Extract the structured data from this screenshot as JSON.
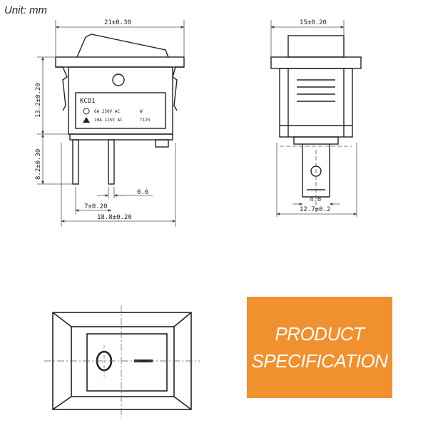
{
  "unit_label": "Unit: mm",
  "colors": {
    "line": "#222222",
    "dim_line": "#555555",
    "spec_bg": "#f0902f",
    "spec_text": "#ffffff",
    "background": "#ffffff"
  },
  "front_view": {
    "dim_top": "21±0.30",
    "dim_left_upper": "13.2±0.20",
    "dim_left_lower": "8.2±0.30",
    "dim_pin_width": "0.6",
    "dim_pin_spacing": "7±0.20",
    "dim_body_width": "18.8±0.20",
    "label_model": "KCD1",
    "label_rating_1": "6A 250V AC",
    "label_rating_1_extra": "W",
    "label_rating_2": "10A 125V AC",
    "label_rating_2_extra": "T125"
  },
  "side_view": {
    "dim_top": "15±0.20",
    "dim_terminal": "4.8",
    "dim_bottom": "12.7±0.2"
  },
  "top_view": {
    "on_off_symbols": [
      "O",
      "—"
    ]
  },
  "spec_badge": {
    "line1": "PRODUCT",
    "line2": "SPECIFICATION"
  }
}
